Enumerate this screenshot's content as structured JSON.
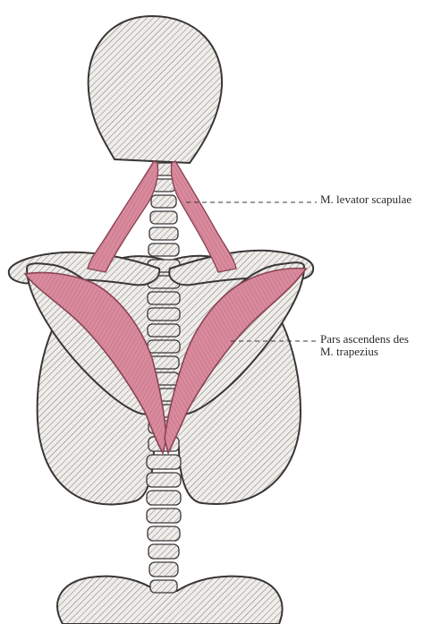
{
  "labels": {
    "levator": "M. levator scapulae",
    "pars_line1": "Pars ascendens des",
    "pars_line2": "M. trapezius"
  },
  "colors": {
    "bone_fill": "#e9e7e4",
    "outline": "#3a3636",
    "hatch": "#6e6a6a",
    "muscle": "#d88a9c",
    "muscle_dark": "#a8566a"
  }
}
